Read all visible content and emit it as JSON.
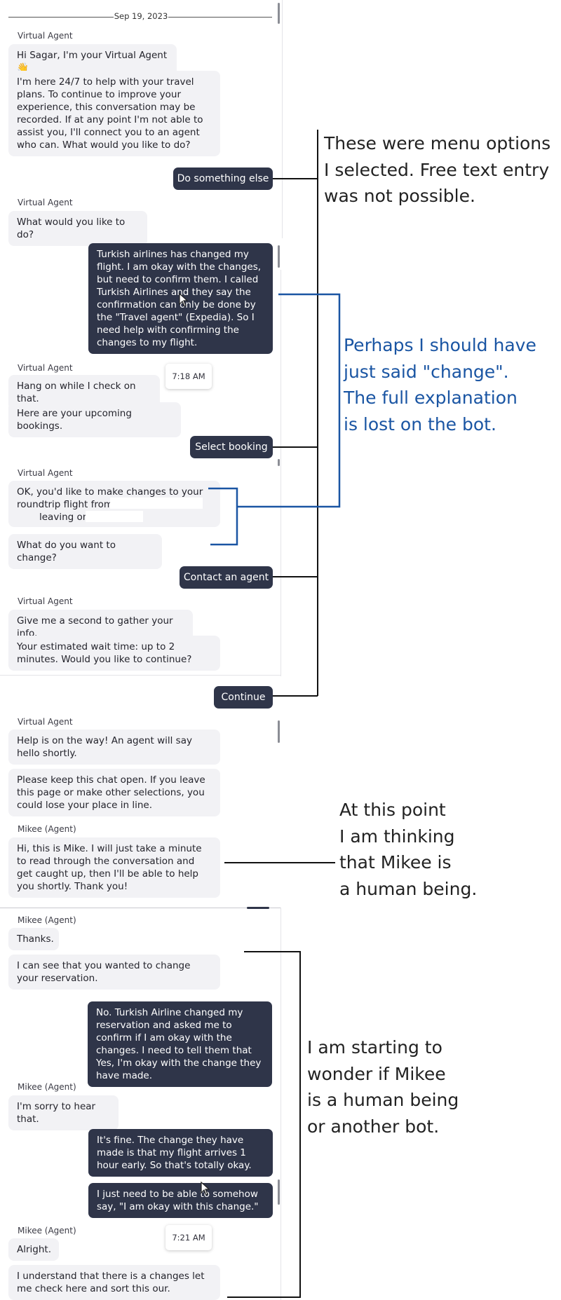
{
  "date_divider": "Sep 19, 2023",
  "colors": {
    "user_bubble": "#2f3549",
    "bot_bubble": "#f2f2f5",
    "note_blue": "#1a55a3",
    "line_black": "#111111"
  },
  "messages": {
    "m1_sender": "Virtual Agent",
    "m1_text": "Hi Sagar, I'm your Virtual Agent 👋",
    "m2_text": "I'm here 24/7 to help with your travel plans. To continue to improve your experience, this conversation may be recorded. If at any point I'm not able to assist you, I'll connect you to an agent who can. What would you like to do?",
    "u1_text": "Do something else",
    "m3_sender": "Virtual Agent",
    "m3_text": "What would you like to do?",
    "u2_text": "Turkish airlines has changed my flight. I am okay with the changes, but need to confirm them. I called Turkish Airlines and they say the confirmation can only be done by the \"Travel agent\" (Expedia). So I need help with confirming the changes to my flight.",
    "time1": "7:18 AM",
    "m4_sender": "Virtual Agent",
    "m4_text": "Hang on while I check on that.",
    "m5_text": "Here are your upcoming bookings.",
    "u3_text": "Select booking",
    "m6_sender": "Virtual Agent",
    "m6_line1": "OK, you'd like to make changes to your",
    "m6_line2": "roundtrip flight from",
    "m6_line3": "leaving on",
    "m7_text": "What do you want to change?",
    "u4_text": "Contact an agent",
    "m8_sender": "Virtual Agent",
    "m8_text": "Give me a second to gather your info.",
    "m9_text": "Your estimated wait time: up to 2 minutes. Would you like to continue?",
    "u5_text": "Continue",
    "m10_sender": "Virtual Agent",
    "m10_text": "Help is on the way! An agent will say hello shortly.",
    "m11_text": "Please keep this chat open. If you leave this page or make other selections, you could lose your place in line.",
    "m12_sender": "Mikee (Agent)",
    "m12_text": "Hi, this is Mike. I will just take a minute to read through the conversation and get caught up, then I'll be able to help you shortly. Thank you!",
    "m13_sender": "Mikee (Agent)",
    "m13_text": "Thanks.",
    "m14_text": "I can see that you wanted to change your reservation.",
    "u6_text": "No. Turkish Airline changed my reservation and asked me to confirm if I am okay with the changes. I need to tell them that Yes, I'm okay with the change they have made.",
    "m15_sender": "Mikee (Agent)",
    "m15_text": "I'm sorry to hear that.",
    "u7_text": "It's fine. The change they have made is that my flight arrives 1 hour early. So that's totally okay.",
    "u8_text": "I just need to be able to somehow say, \"I am okay with this change.\"",
    "time2": "7:21 AM",
    "m16_sender": "Mikee (Agent)",
    "m16_text": "Alright.",
    "m17_text": "I understand that there is a changes let me check here and sort this our."
  },
  "annotations": {
    "note1": [
      "These were menu options",
      "I selected. Free text entry",
      "was not possible."
    ],
    "note2": [
      "Perhaps I should have",
      "just said \"change\".",
      "The full explanation",
      "is lost on the bot."
    ],
    "note3": [
      "At this point",
      "I am thinking",
      "that Mikee is",
      "a human being."
    ],
    "note4": [
      "I am starting to",
      "wonder if Mikee",
      "is a human being",
      "or another bot."
    ]
  }
}
